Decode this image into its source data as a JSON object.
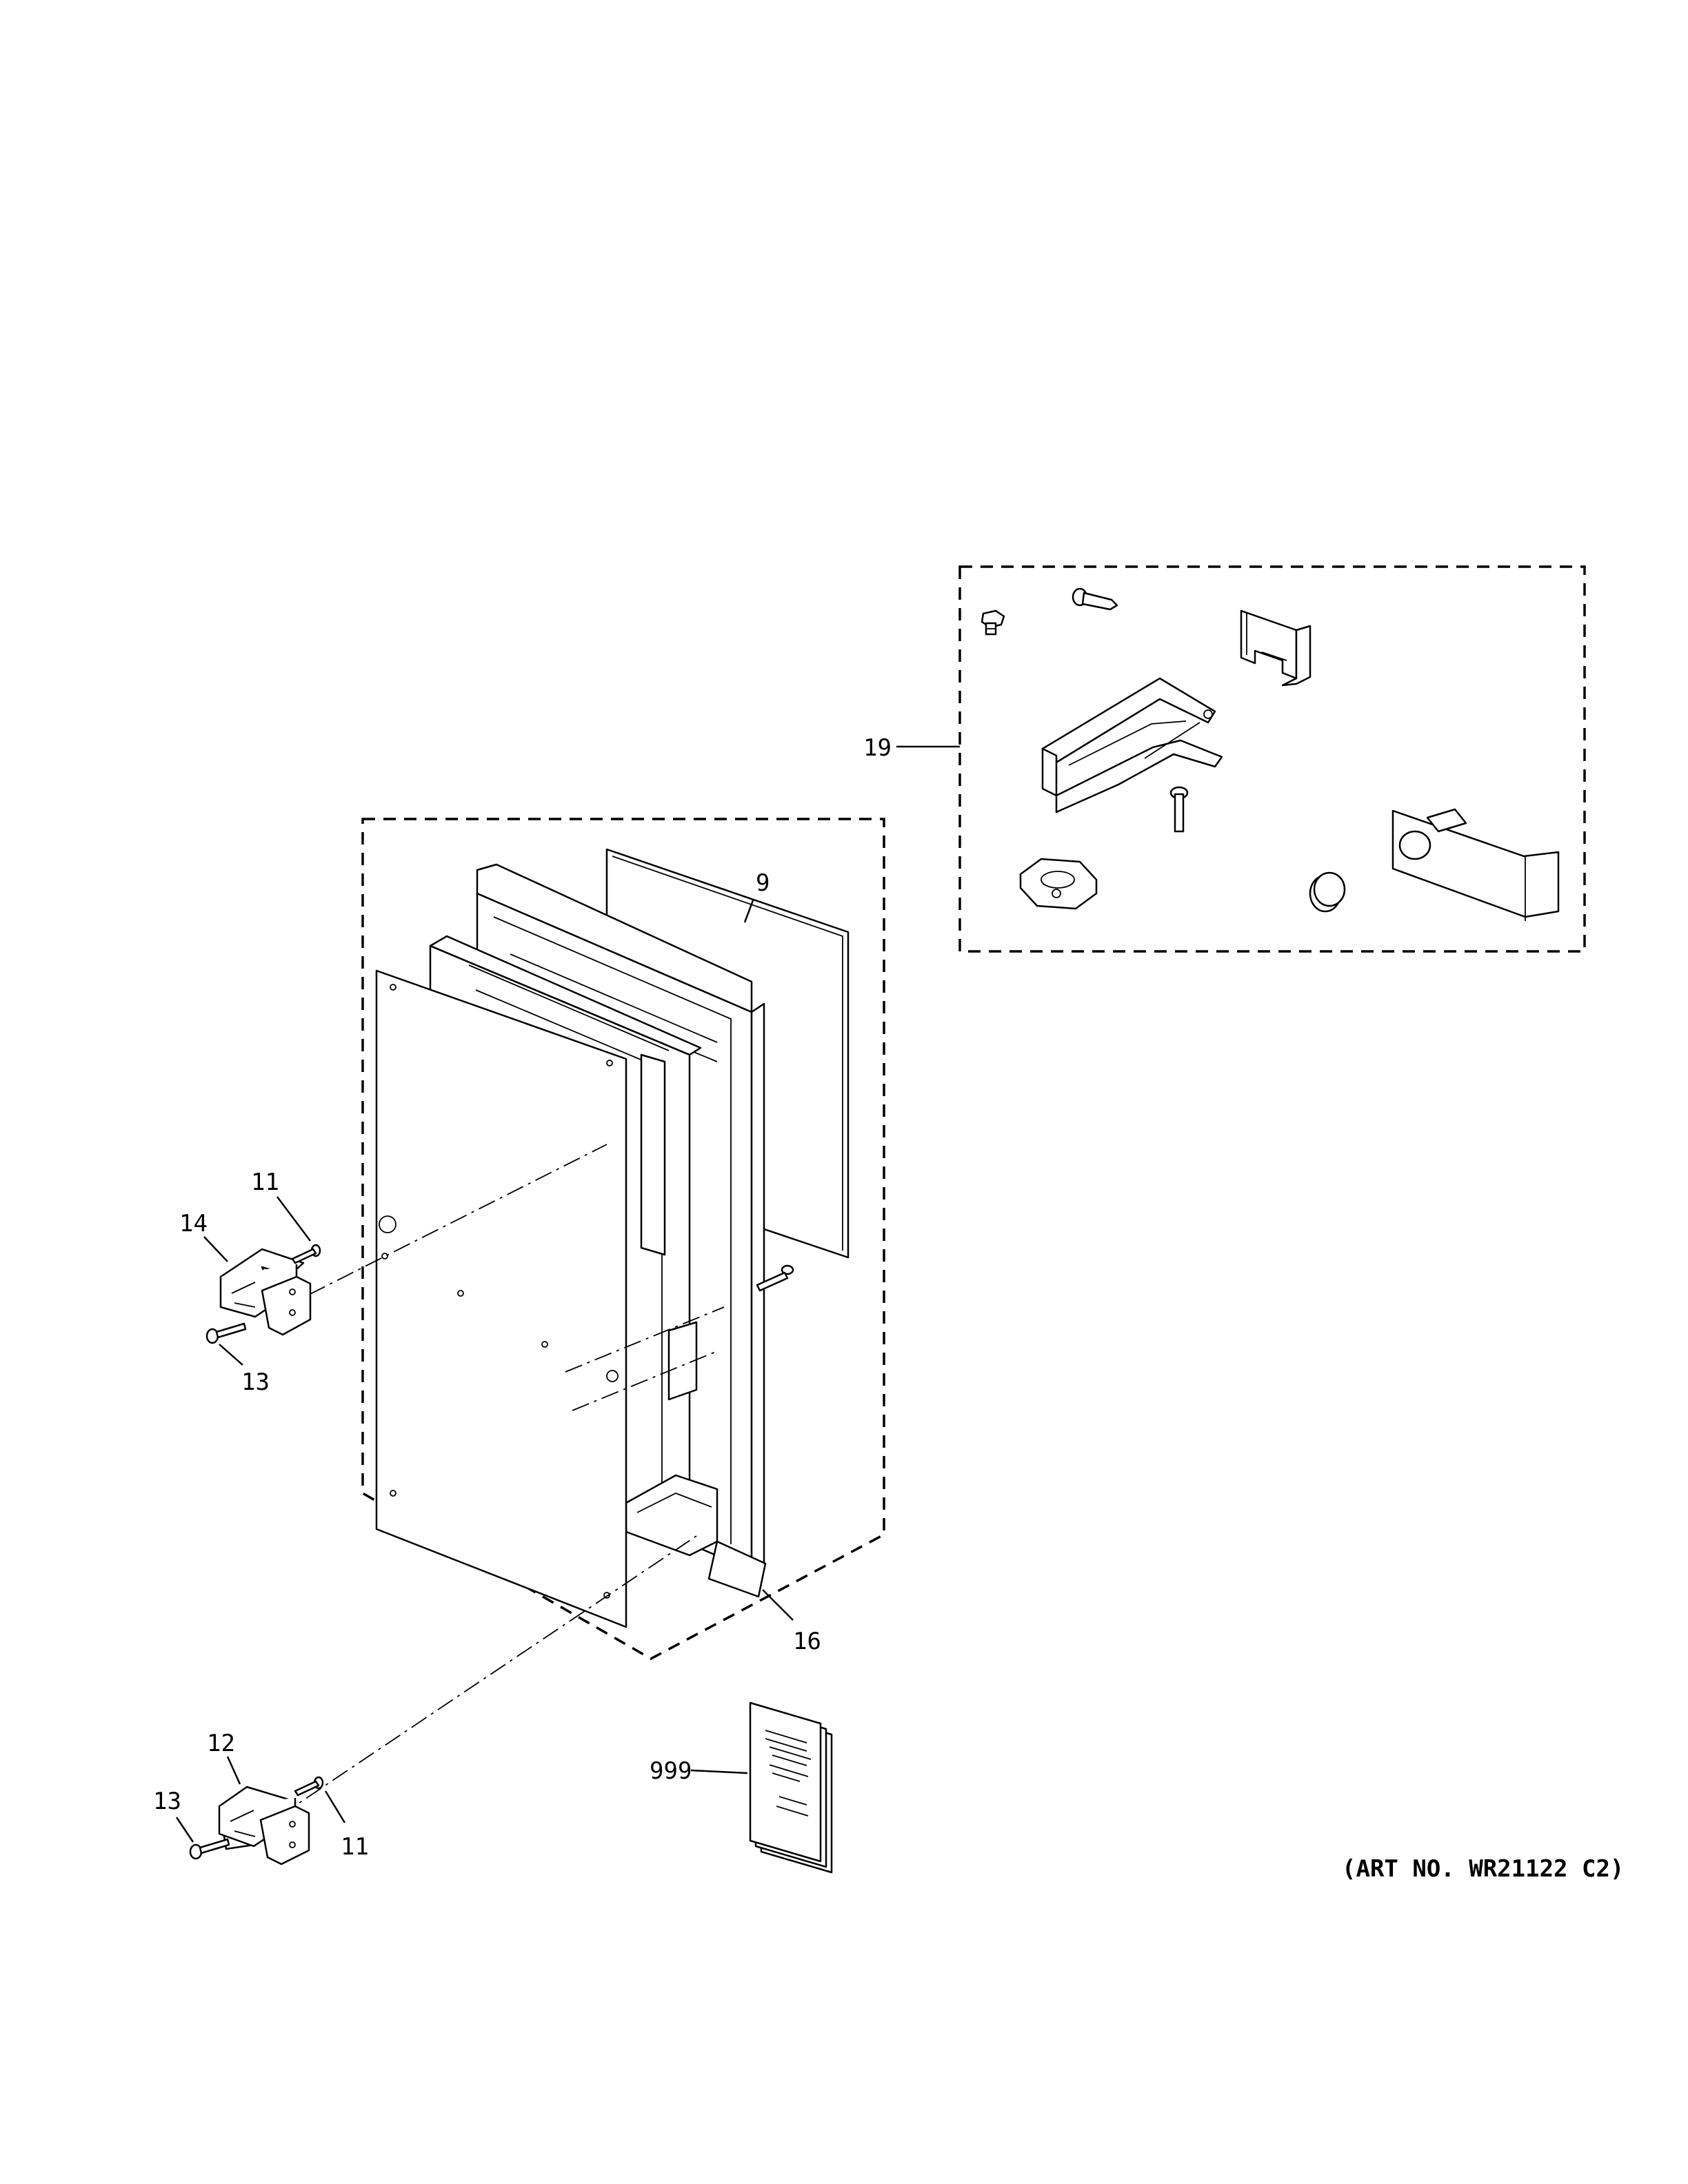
{
  "callouts": {
    "c19": "19",
    "c9": "9",
    "c11_top": "11",
    "c14": "14",
    "c13_top": "13",
    "c16": "16",
    "c12": "12",
    "c13_bottom": "13",
    "c11_bottom": "11",
    "c999": "999"
  },
  "art_number": "(ART NO. WR21122 C2)"
}
